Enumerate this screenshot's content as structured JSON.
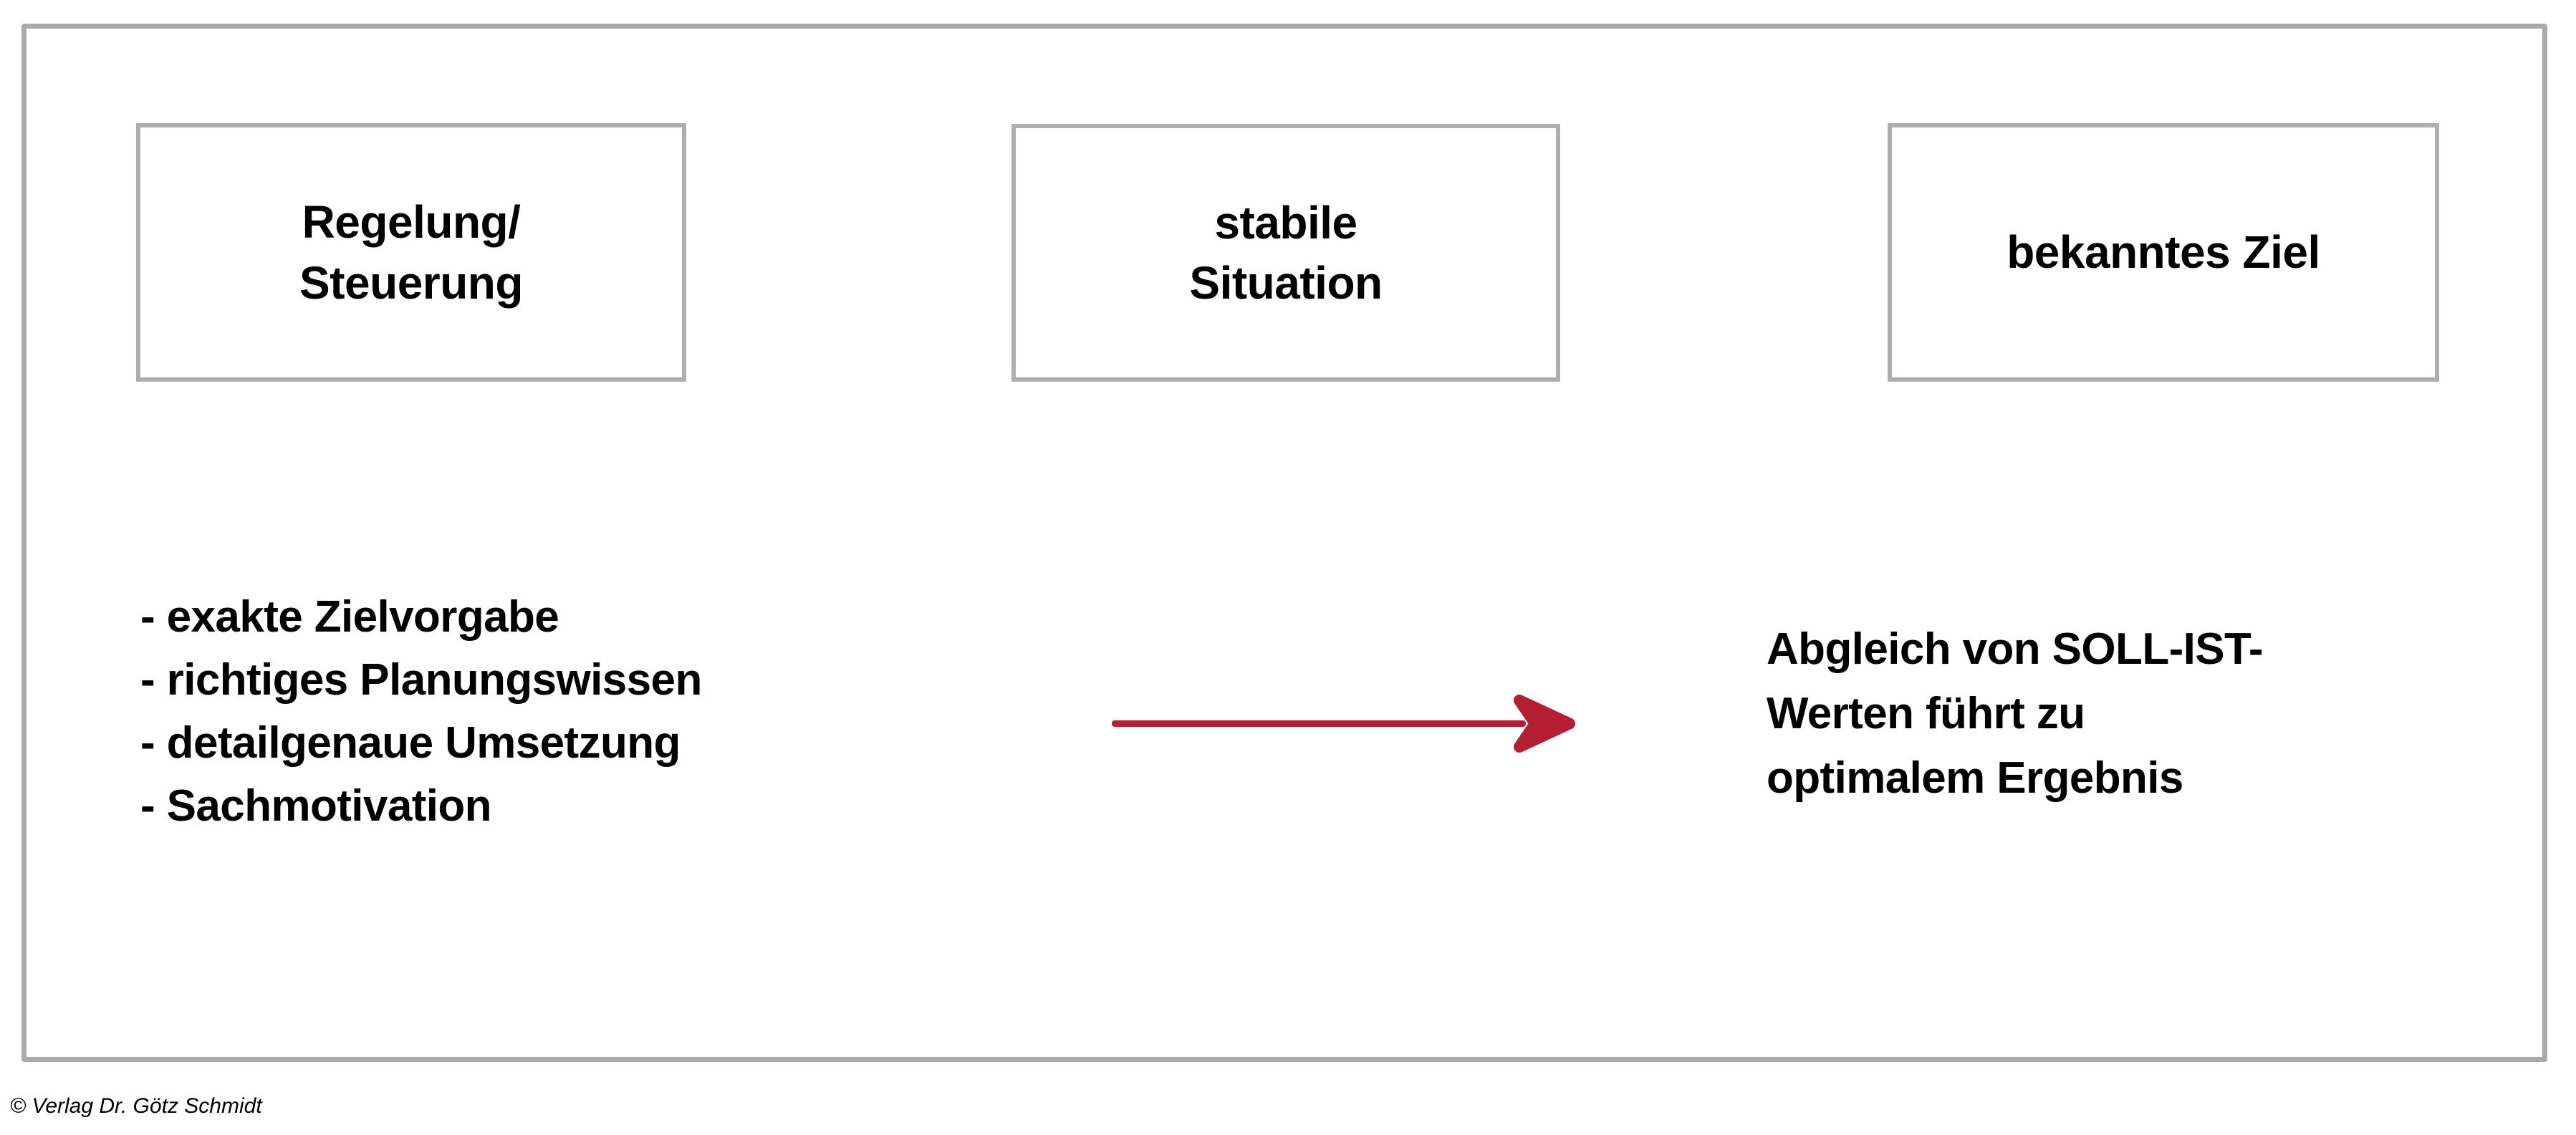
{
  "slide": {
    "frame_color": "#aaaaab",
    "box_border_color": "#aeaeb0",
    "arrow_color": "#b51f33",
    "text_color": "#000000",
    "background": "#ffffff"
  },
  "boxes": [
    {
      "id": "regelung-steuerung",
      "label": "Regelung/\nSteuerung"
    },
    {
      "id": "stabile-situation",
      "label": "stabile\nSituation"
    },
    {
      "id": "bekanntes-ziel",
      "label": "bekanntes Ziel"
    }
  ],
  "bullets": [
    {
      "text": "- exakte Zielvorgabe"
    },
    {
      "text": "- richtiges Planungswissen"
    },
    {
      "text": "- detailgenaue Umsetzung"
    },
    {
      "text": "- Sachmotivation"
    }
  ],
  "arrow": {
    "name": "right-arrow",
    "color": "#b51f33",
    "direction": "right"
  },
  "conclusion": {
    "lines": [
      "Abgleich von SOLL-IST-",
      "Werten führt zu",
      "optimalem Ergebnis"
    ]
  },
  "footer": {
    "copyright": "© Verlag Dr. Götz Schmidt"
  }
}
